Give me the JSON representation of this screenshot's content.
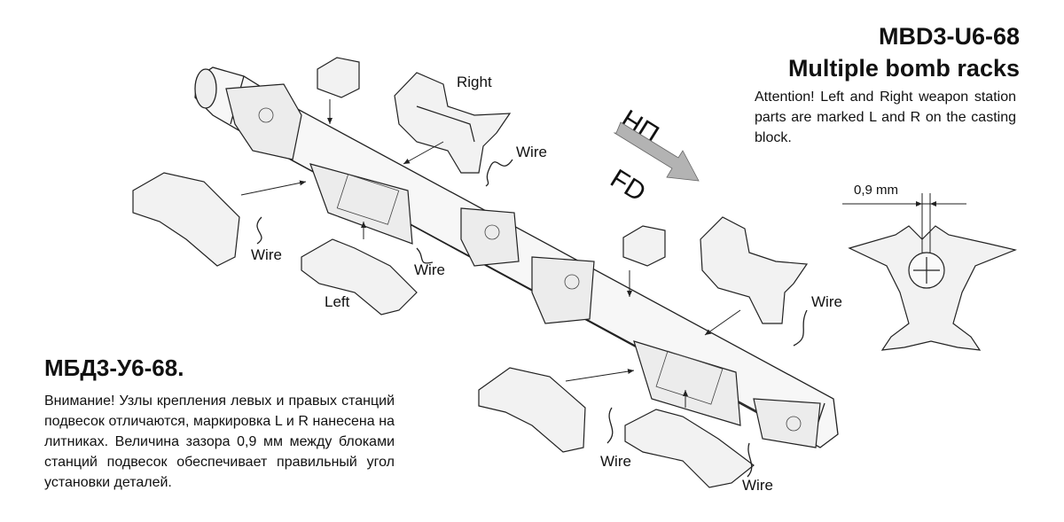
{
  "header": {
    "model": "MBD3-U6-68",
    "subtitle": "Multiple bomb racks",
    "attention": "Attention! Left and Right weapon station parts are marked L and R on the casting block."
  },
  "russian": {
    "title": "МБД3-У6-68.",
    "text": "Внимание! Узлы крепления левых  и правых станций подвесок отличаются, маркировка L и R нанесена на литниках. Величина зазора 0,9 мм между блоками станций подвесок обеспечивает правильный угол установки деталей."
  },
  "direction": {
    "ru": "НП",
    "en": "FD"
  },
  "labels": {
    "right": "Right",
    "left": "Left",
    "wire": "Wire",
    "gap": "0,9 mm"
  },
  "colors": {
    "line": "#222222",
    "arrow_fill": "#b3b3b3",
    "part_fill": "#f2f2f2"
  }
}
